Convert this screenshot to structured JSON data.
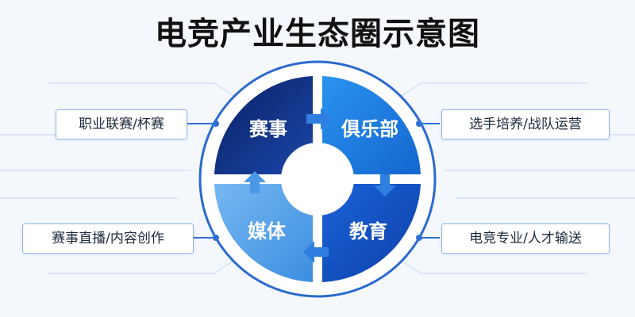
{
  "title": "电竞产业生态圈示意图",
  "center_nodes": {
    "top_left": "赛事",
    "top_right": "俱乐部",
    "bottom_right": "教育",
    "bottom_left": "媒体"
  },
  "side_labels": {
    "top_left": "职业联赛/杯赛",
    "bottom_left": "赛事直播/内容创作",
    "top_right": "选手培养/战队运营",
    "bottom_right": "电竞专业/人才输送"
  },
  "colors": {
    "top_left": "#0d2a7a",
    "top_right": "#1d7fe0",
    "bottom_right": "#1552c4",
    "bottom_left": "#5aa6ea",
    "ring": "#1a5fc8",
    "connector": "#2f6fd6"
  },
  "icons": [
    "arrow-right-icon",
    "arrow-down-icon",
    "arrow-left-icon",
    "arrow-up-icon"
  ]
}
